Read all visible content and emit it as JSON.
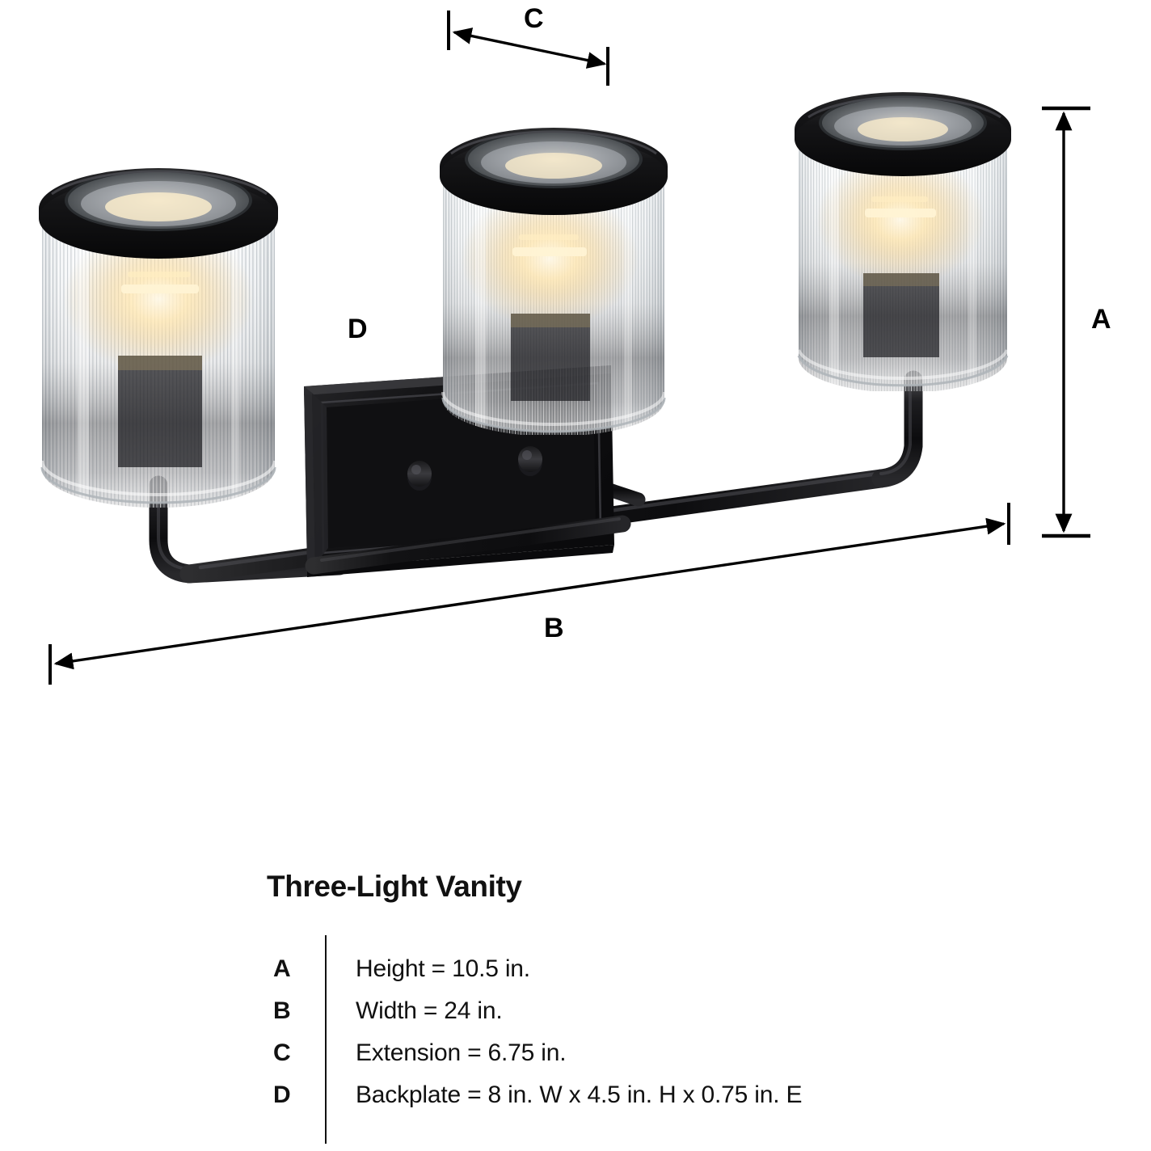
{
  "product": {
    "title": "Three-Light Vanity",
    "type": "bathroom vanity light fixture",
    "finish_color": "#121212",
    "shade_description": "clear ribbed fluted glass cylinder",
    "light_count": 3
  },
  "dimension_markers": [
    {
      "id": "A",
      "label": "A",
      "orientation": "vertical",
      "measures": "overall height"
    },
    {
      "id": "B",
      "label": "B",
      "orientation": "horizontal",
      "measures": "overall width"
    },
    {
      "id": "C",
      "label": "C",
      "orientation": "horizontal",
      "measures": "extension / shade diameter"
    },
    {
      "id": "D",
      "label": "D",
      "orientation": "pointer",
      "measures": "backplate"
    }
  ],
  "spec_table": {
    "title": "Three-Light Vanity",
    "rows": [
      {
        "key": "A",
        "value": "Height = 10.5 in."
      },
      {
        "key": "B",
        "value": "Width = 24 in."
      },
      {
        "key": "C",
        "value": "Extension = 6.75 in."
      },
      {
        "key": "D",
        "value": "Backplate = 8 in. W x 4.5 in. H x 0.75 in. E"
      }
    ]
  },
  "colors": {
    "background": "#ffffff",
    "ink": "#111111",
    "metal_black": "#121212",
    "glass_highlight": "#e8eaec",
    "bulb_glow": "#ffdda0"
  }
}
